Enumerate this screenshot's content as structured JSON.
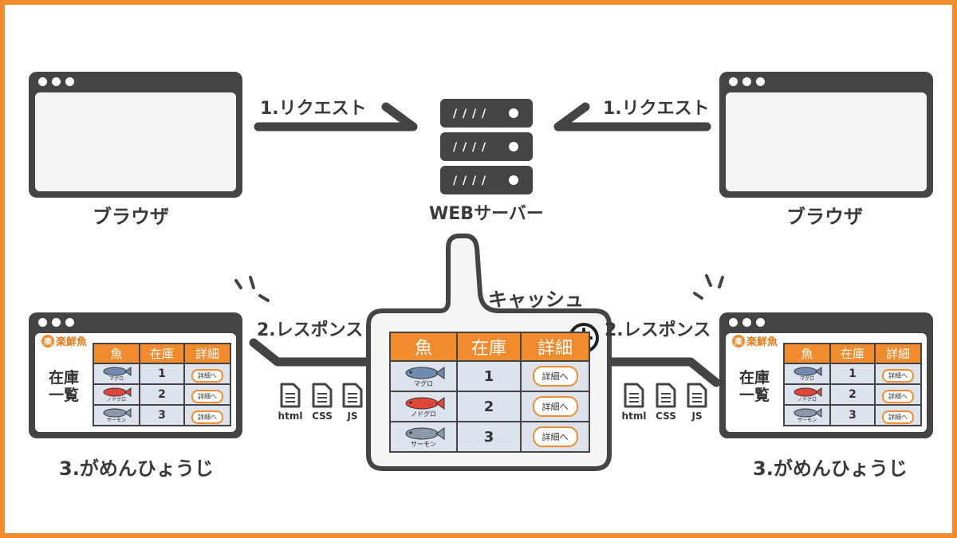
{
  "labels": {
    "browser": "ブラウザ",
    "request": "1.リクエスト",
    "server": "WEBサーバー",
    "cache": "キャッシュ",
    "response": "2.レスポンス",
    "display": "3.がめんひょうじ"
  },
  "files": [
    "html",
    "CSS",
    "JS"
  ],
  "site": {
    "logo_mark": "楽",
    "logo_text": "楽鮮魚",
    "page_title": "在庫一覧"
  },
  "table": {
    "headers": [
      "魚",
      "在庫",
      "詳細"
    ],
    "rows": [
      {
        "fish": "マグロ",
        "stock": "1",
        "button": "詳細へ"
      },
      {
        "fish": "ノドグロ",
        "stock": "2",
        "button": "詳細へ"
      },
      {
        "fish": "サーモン",
        "stock": "3",
        "button": "詳細へ"
      }
    ]
  },
  "colors": {
    "accent": "#f08c2d",
    "dark": "#444444",
    "cell": "#dde3ec",
    "tuna": "#6f8bb0",
    "nodoguro": "#e0463a",
    "salmon": "#8c98a8"
  },
  "icons": [
    "browser-window-icon",
    "server-icon",
    "clock-icon",
    "document-icon",
    "fish-icon",
    "arrow-icon"
  ]
}
